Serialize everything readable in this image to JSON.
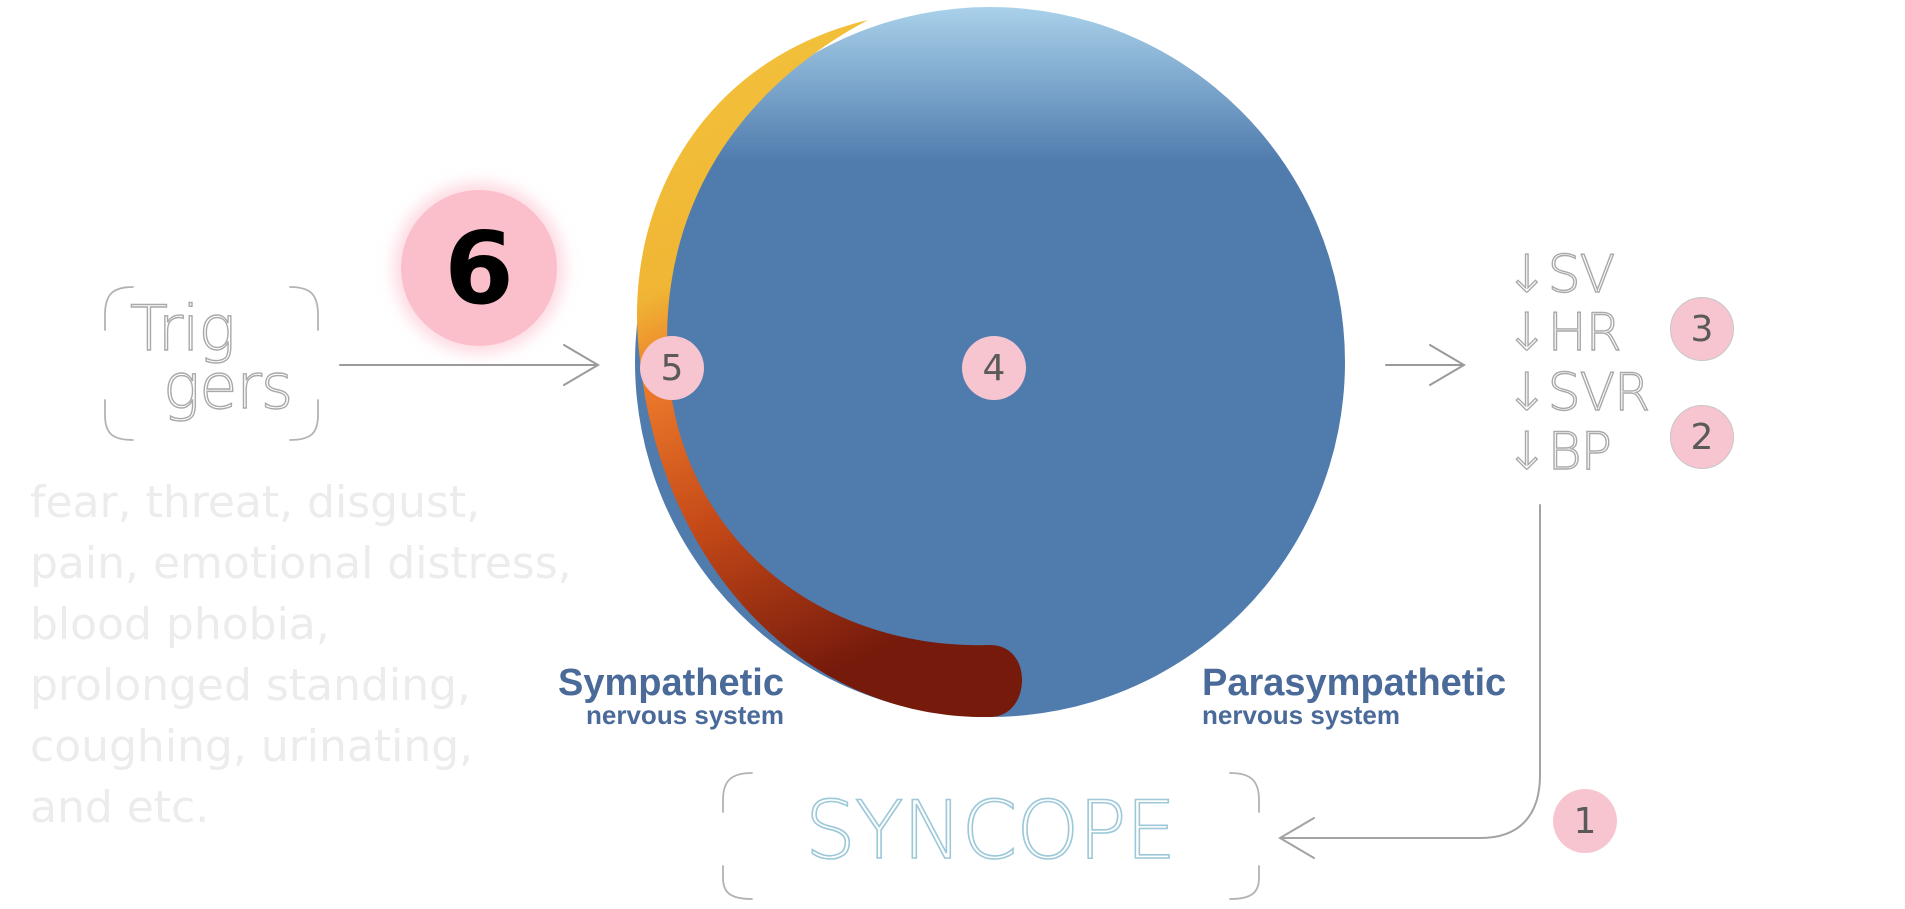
{
  "triggers": {
    "title_line1": "Trig",
    "title_line2": "gers",
    "examples": [
      "fear, threat, disgust,",
      "pain, emotional distress,",
      "blood phobia,",
      "prolonged standing,",
      "coughing, urinating,",
      "and etc."
    ]
  },
  "effects": [
    "↓SV",
    "↓HR",
    "↓SVR",
    "↓BP"
  ],
  "sympathetic": {
    "name": "Sympathetic",
    "sub": "nervous system"
  },
  "parasympathetic": {
    "name": "Parasympathetic",
    "sub": "nervous system"
  },
  "outcome": "SYNCOPE",
  "badges": {
    "b1": "1",
    "b2": "2",
    "b3": "3",
    "b4": "4",
    "b5": "5",
    "b6": "6"
  },
  "colors": {
    "parasympathetic_blue": "#4f7bad",
    "sympathetic_gradient": [
      "#f2c13c",
      "#ec7a2b",
      "#c54a18",
      "#7a1c0c"
    ],
    "badge_pink": "#f7c5d0"
  }
}
